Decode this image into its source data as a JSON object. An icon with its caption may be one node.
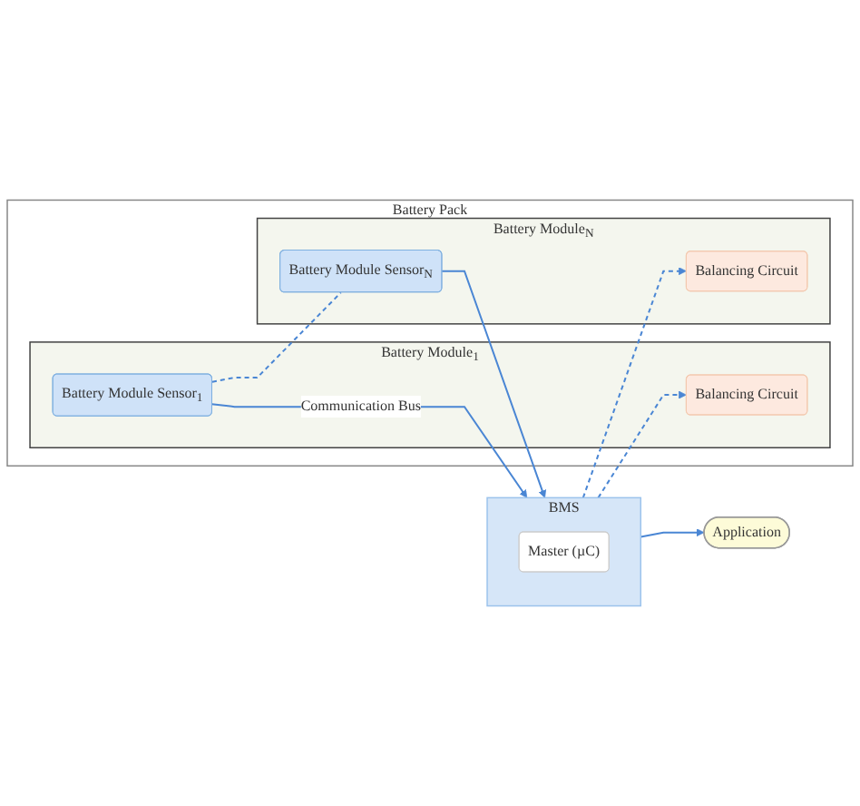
{
  "diagram": {
    "nodes": [
      {
        "text": [
          "Battery Pack"
        ]
      },
      {
        "text": [
          "Battery Module$_{1}$"
        ],
        "in": 0
      },
      {
        "text": [
          "Battery Module Sensor$_{1}$"
        ],
        "in": 1
      },
      {
        "text": [
          "Balancing Circuit"
        ],
        "in": 1
      },
      {
        "text": [
          "Battery Module$_{N}$"
        ],
        "in": 0
      },
      {
        "text": [
          "Battery Module Sensor$_{N}$"
        ],
        "in": 4
      },
      {
        "text": [
          "Balancing Circuit"
        ],
        "in": 4
      },
      {
        "text": [
          "BMS"
        ]
      },
      {
        "text": [
          "Master (µC)"
        ],
        "in": 7
      },
      {
        "text": [
          "Application"
        ]
      }
    ],
    "edges": [
      {
        "from": 2,
        "to": 7,
        "arrow": "to",
        "label": "Communication Bus"
      },
      {
        "from": 5,
        "to": 7,
        "arrow": "to"
      },
      {
        "from": 2,
        "to": 5,
        "arrow": "none",
        "style": "dashed"
      },
      {
        "from": 7,
        "to": 3,
        "arrow": "to",
        "style": "dashed"
      },
      {
        "from": 7,
        "to": 6,
        "arrow": "to",
        "style": "dashed"
      },
      {
        "from": 7,
        "to": 9,
        "arrow": "to"
      }
    ]
  }
}
